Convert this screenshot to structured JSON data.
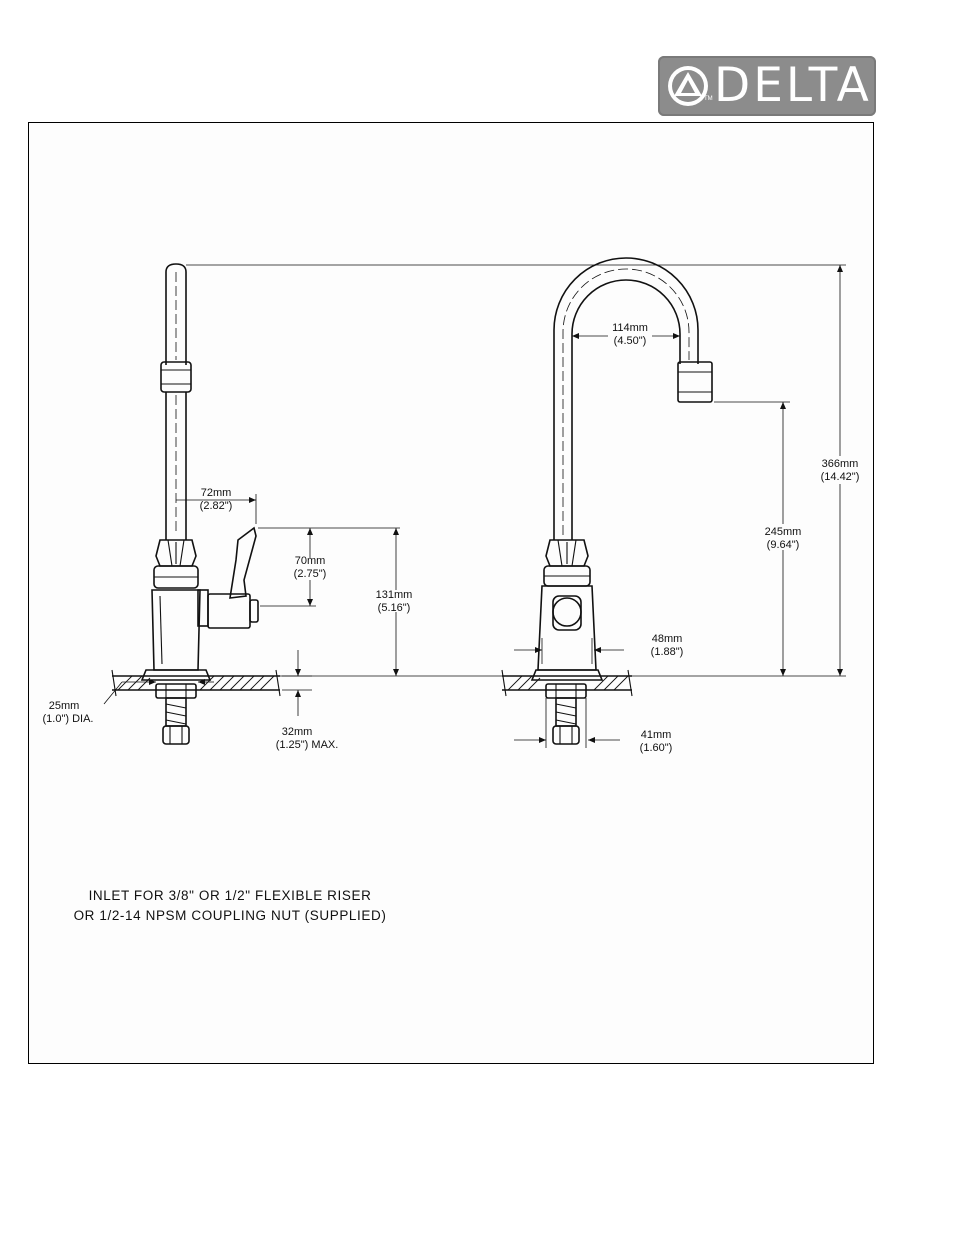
{
  "brand": {
    "name": "DELTA",
    "tm": "TM"
  },
  "dimensions": {
    "d72": {
      "mm": "72mm",
      "in": "(2.82\")"
    },
    "d70": {
      "mm": "70mm",
      "in": "(2.75\")"
    },
    "d131": {
      "mm": "131mm",
      "in": "(5.16\")"
    },
    "d25": {
      "mm": "25mm",
      "in": "(1.0\") DIA."
    },
    "d32": {
      "mm": "32mm",
      "in": "(1.25\") MAX."
    },
    "d114": {
      "mm": "114mm",
      "in": "(4.50\")"
    },
    "d366": {
      "mm": "366mm",
      "in": "(14.42\")"
    },
    "d245": {
      "mm": "245mm",
      "in": "(9.64\")"
    },
    "d48": {
      "mm": "48mm",
      "in": "(1.88\")"
    },
    "d41": {
      "mm": "41mm",
      "in": "(1.60\")"
    }
  },
  "note": {
    "line1": "INLET FOR 3/8\" OR 1/2\" FLEXIBLE RISER",
    "line2": "OR 1/2-14 NPSM COUPLING NUT (SUPPLIED)"
  }
}
